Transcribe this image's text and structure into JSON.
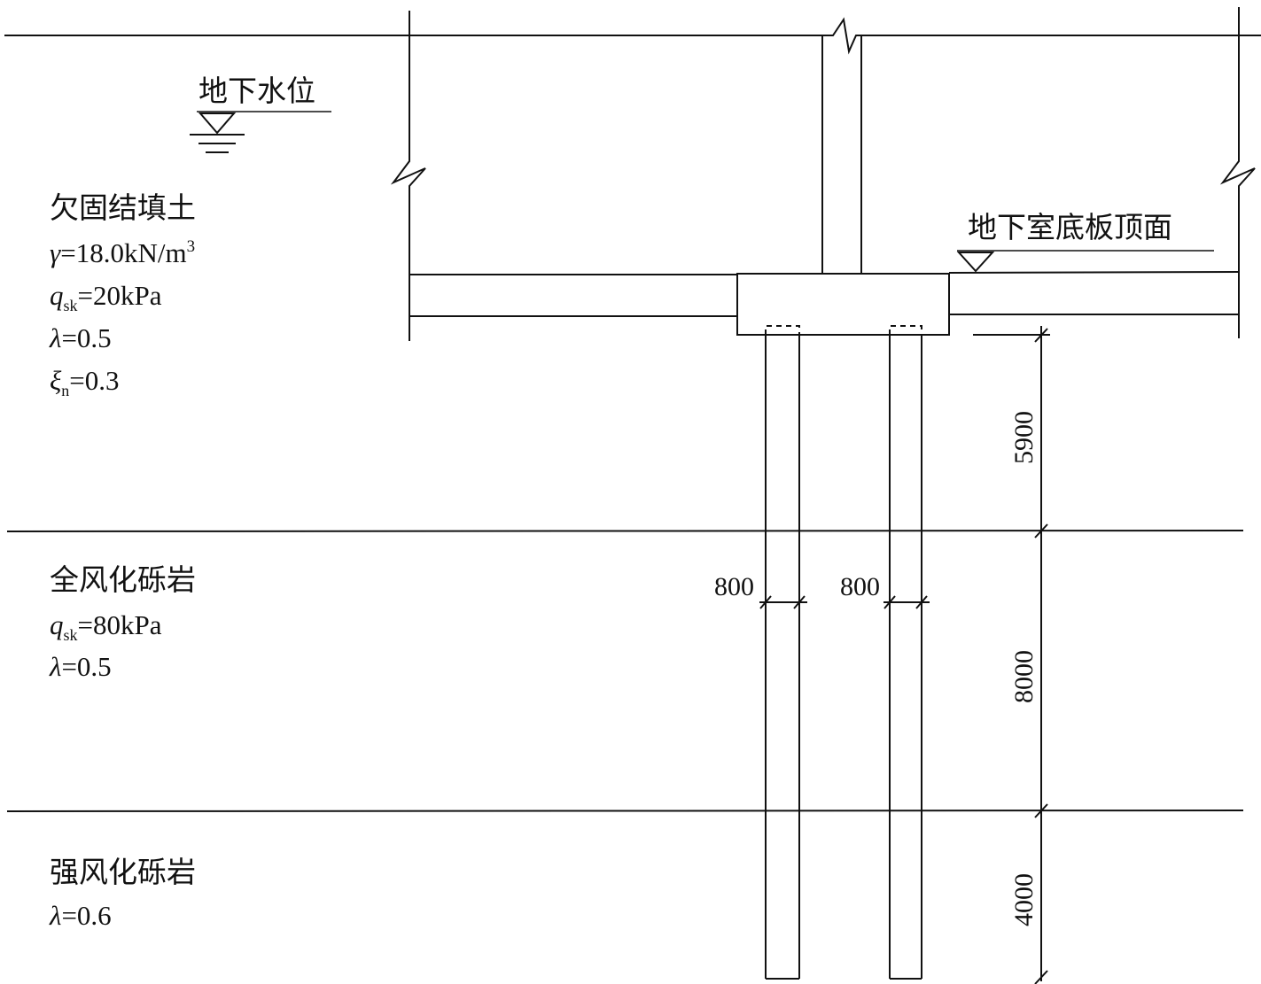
{
  "water_table": {
    "label": "地下水位"
  },
  "basement_floor": {
    "label": "地下室底板顶面"
  },
  "layers": [
    {
      "name": "欠固结填土",
      "params": [
        {
          "sym": "γ",
          "sub": "",
          "val": "=18.0kN/m",
          "sup": "3"
        },
        {
          "sym": "q",
          "sub": "sk",
          "val": "=20kPa",
          "sup": ""
        },
        {
          "sym": "λ",
          "sub": "",
          "val": "=0.5",
          "sup": ""
        },
        {
          "sym": "ξ",
          "sub": "n",
          "val": "=0.3",
          "sup": ""
        }
      ]
    },
    {
      "name": "全风化砾岩",
      "params": [
        {
          "sym": "q",
          "sub": "sk",
          "val": "=80kPa",
          "sup": ""
        },
        {
          "sym": "λ",
          "sub": "",
          "val": "=0.5",
          "sup": ""
        }
      ]
    },
    {
      "name": "强风化砾岩",
      "params": [
        {
          "sym": "λ",
          "sub": "",
          "val": "=0.6",
          "sup": ""
        }
      ]
    }
  ],
  "dimensions": {
    "layer_thickness": [
      "5900",
      "8000",
      "4000"
    ],
    "pile_diameter": [
      "800",
      "800"
    ]
  }
}
